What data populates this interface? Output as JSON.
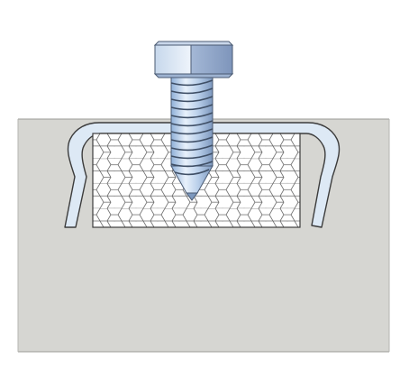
{
  "colors": {
    "background": "#ffffff",
    "panel": "#d6d6d2",
    "panel_edge": "#9a9a96",
    "clip_fill": "#dde9f5",
    "clip_stroke": "#3c3c3c",
    "core_fill": "#ffffff",
    "core_cells": "#6a6a6a",
    "screw_head_light": "#dfeaf6",
    "screw_head_dark": "#8aa0c2",
    "screw_shank": "#aac3e3",
    "screw_thread": "#3f4f66"
  },
  "icons": {
    "panel": "base-panel",
    "clip": "sheet-metal-clip",
    "core": "honeycomb-core",
    "screw": "hex-head-self-tapping-screw"
  }
}
